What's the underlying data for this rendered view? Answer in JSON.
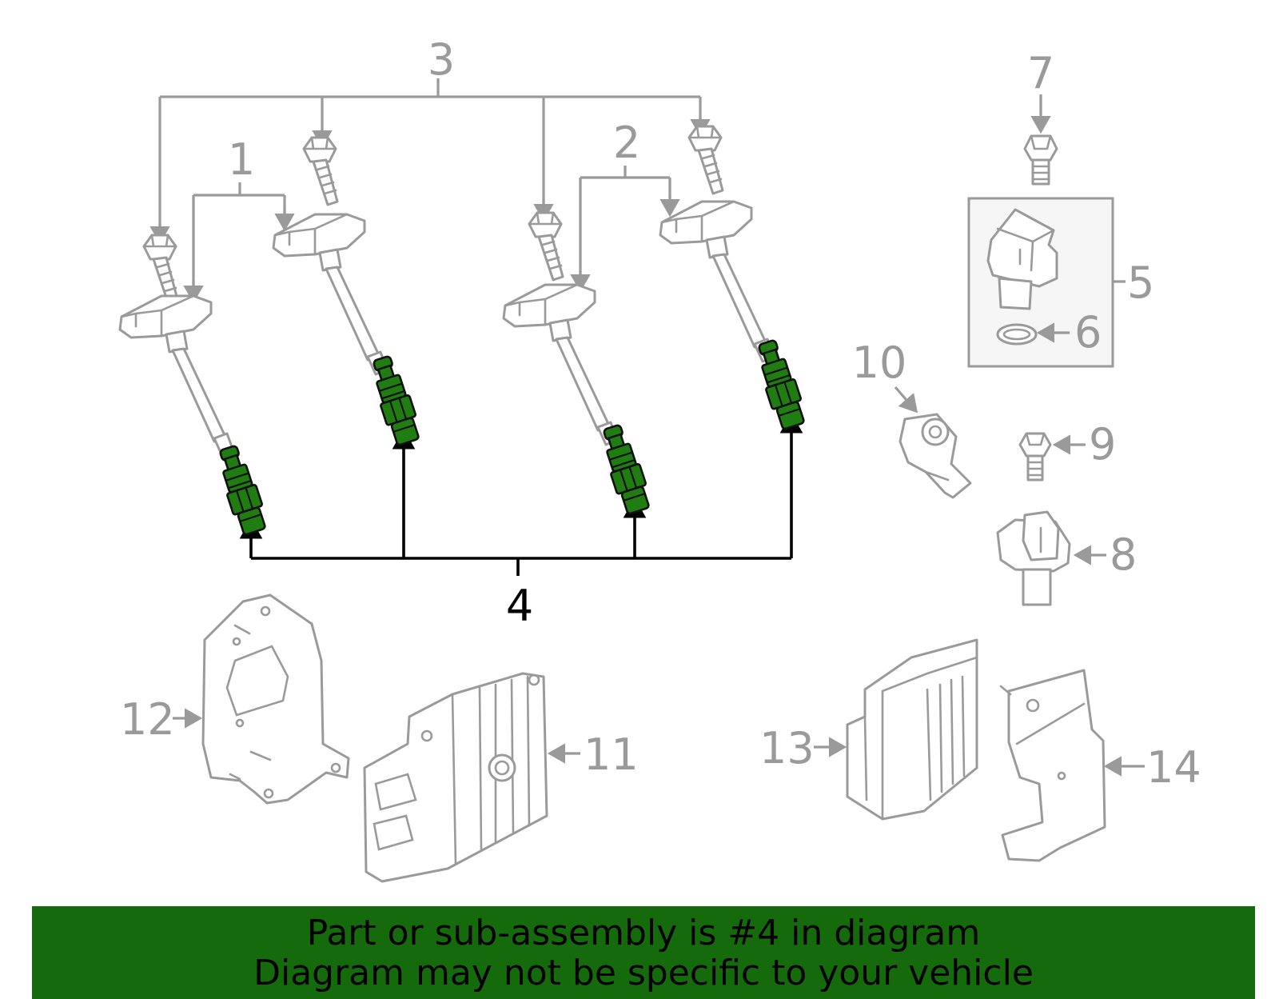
{
  "diagram": {
    "callouts": {
      "c1": "1",
      "c2": "2",
      "c3": "3",
      "c4": "4",
      "c5": "5",
      "c6": "6",
      "c7": "7",
      "c8": "8",
      "c9": "9",
      "c10": "10",
      "c11": "11",
      "c12": "12",
      "c13": "13",
      "c14": "14"
    },
    "highlight_color": "#1f7d12",
    "callout_color": "#9a9a9a"
  },
  "banner": {
    "line1": "Part or sub-assembly is #4 in diagram",
    "line2": "Diagram may not be specific to your vehicle",
    "background": "#156b0b"
  }
}
